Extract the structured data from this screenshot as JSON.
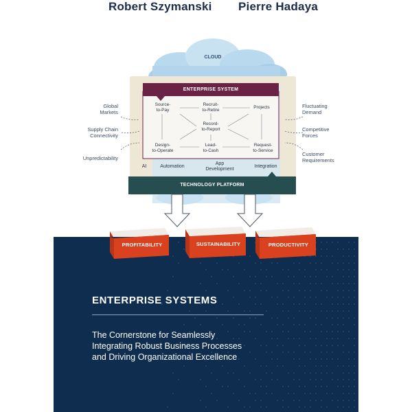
{
  "authors": [
    "Robert Szymanski",
    "Pierre Hadaya"
  ],
  "diagram": {
    "cloud_label": "CLOUD",
    "enterprise_system_label": "ENTERPRISE SYSTEM",
    "technology_platform_label": "TECHNOLOGY PLATFORM",
    "processes": {
      "source_to_pay": "Source-\nto-Pay",
      "recruit_to_retire": "Recruit-\nto-Retire",
      "projects": "Projects",
      "record_to_report": "Record-\nto-Report",
      "design_to_operate": "Design-\nto-Operate",
      "lead_to_cash": "Lead-\nto-Cash",
      "request_to_service": "Request-\nto-Service"
    },
    "platform_items": [
      "AI",
      "Automation",
      "App\nDevelopment",
      "Integration"
    ],
    "left_forces": [
      "Global\nMarkets",
      "Supply Chain\nConnectivity",
      "Unpredictability"
    ],
    "right_forces": [
      "Fluctuating\nDemand",
      "Competitive\nForces",
      "Customer\nRequirements"
    ],
    "outcomes": [
      "PROFITABILITY",
      "SUSTAINABILITY",
      "PRODUCTIVITY"
    ]
  },
  "book": {
    "title": "ENTERPRISE SYSTEMS",
    "subtitle_lines": [
      "The Cornerstone for Seamlessly",
      "Integrating Robust Business Processes",
      "and Driving Organizational Excellence"
    ]
  },
  "colors": {
    "navy": "#0f2d4e",
    "maroon": "#6b2345",
    "teal": "#264d50",
    "orange_red": "#d9411f",
    "beige": "#efe7d6"
  }
}
